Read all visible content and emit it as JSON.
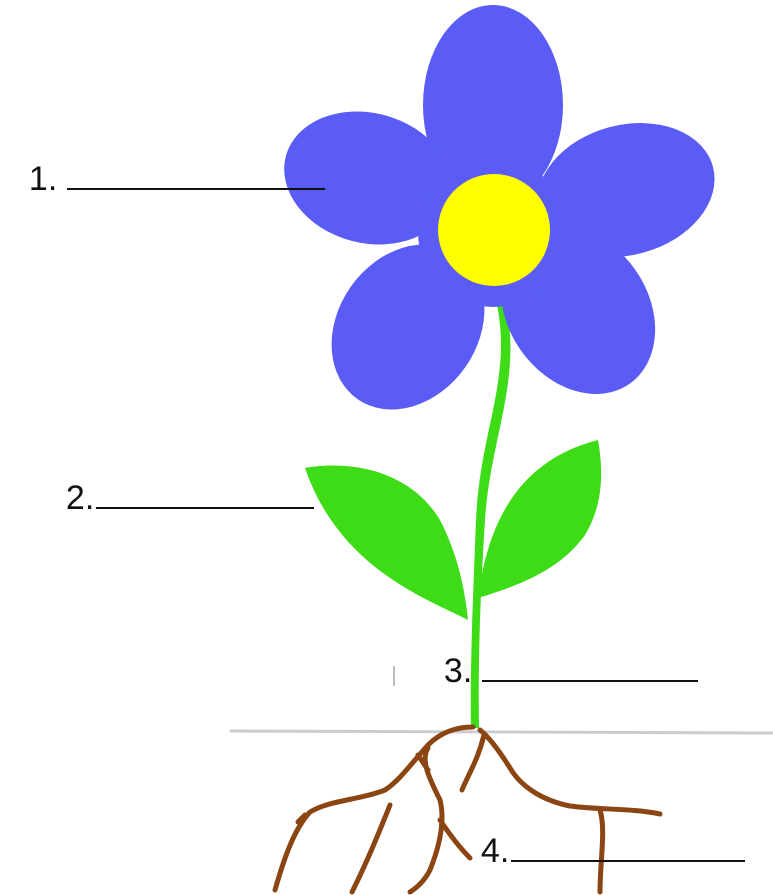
{
  "labels": [
    {
      "number": "1."
    },
    {
      "number": "2."
    },
    {
      "number": "3."
    },
    {
      "number": "4."
    }
  ],
  "colors": {
    "petal": "#5a5cf5",
    "center": "#ffff00",
    "leaf": "#3ddc17",
    "stem": "#3ddc17",
    "root": "#8b4513",
    "ground": "#cccccc"
  },
  "icons": {
    "flower": "flower-icon",
    "leaf": "leaf-icon",
    "stem": "stem-icon",
    "root": "root-icon"
  }
}
